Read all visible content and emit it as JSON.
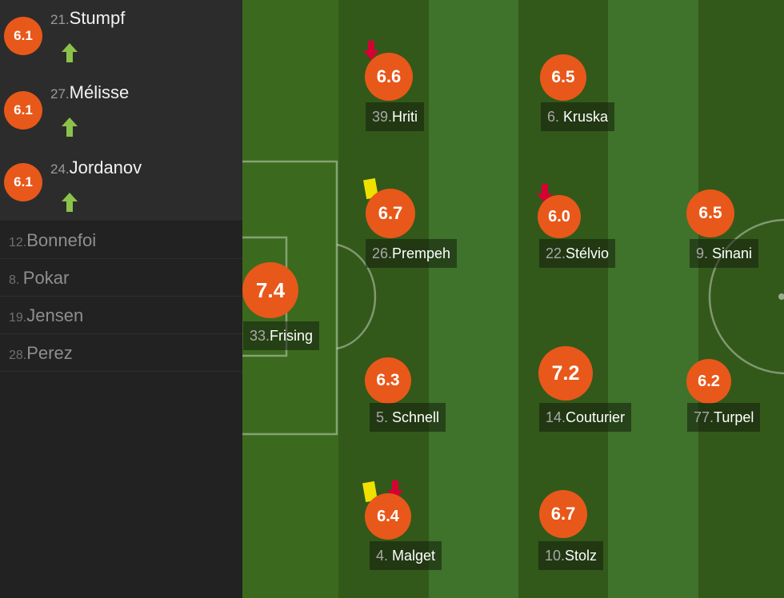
{
  "colors": {
    "rating_bg": "#e8581a",
    "pitch_dark": "#365f1a",
    "pitch_light": "#42742a",
    "sub_arrow": "#8bc34a",
    "down_arrow": "#d50032",
    "yellow_card": "#f0e000"
  },
  "substitutes": [
    {
      "rating": "6.1",
      "number": "21.",
      "name": "Stumpf",
      "icon": "arrow-up-icon"
    },
    {
      "rating": "6.1",
      "number": "27.",
      "name": "Mélisse",
      "icon": "arrow-up-icon"
    },
    {
      "rating": "6.1",
      "number": "24.",
      "name": "Jordanov",
      "icon": "arrow-up-icon"
    }
  ],
  "bench": [
    {
      "number": "12.",
      "name": "Bonnefoi"
    },
    {
      "number": "8. ",
      "name": "Pokar"
    },
    {
      "number": "19.",
      "name": "Jensen"
    },
    {
      "number": "28.",
      "name": "Perez"
    }
  ],
  "players": [
    {
      "rating": "7.4",
      "number": "33.",
      "name": "Frising"
    },
    {
      "rating": "6.6",
      "number": "39.",
      "name": "Hriti",
      "icon": "arrow-down-icon"
    },
    {
      "rating": "6.5",
      "number": "6. ",
      "name": "Kruska"
    },
    {
      "rating": "6.7",
      "number": "26.",
      "name": "Prempeh",
      "card": "yellow-card-icon"
    },
    {
      "rating": "6.0",
      "number": "22.",
      "name": "Stélvio",
      "icon": "arrow-down-icon"
    },
    {
      "rating": "6.5",
      "number": "9. ",
      "name": "Sinani"
    },
    {
      "rating": "6.3",
      "number": "5. ",
      "name": "Schnell"
    },
    {
      "rating": "7.2",
      "number": "14.",
      "name": "Couturier"
    },
    {
      "rating": "6.2",
      "number": "77.",
      "name": "Turpel"
    },
    {
      "rating": "6.4",
      "number": "4. ",
      "name": "Malget",
      "icon": "arrow-down-icon",
      "card": "yellow-card-icon"
    },
    {
      "rating": "6.7",
      "number": "10.",
      "name": "Stolz"
    }
  ]
}
